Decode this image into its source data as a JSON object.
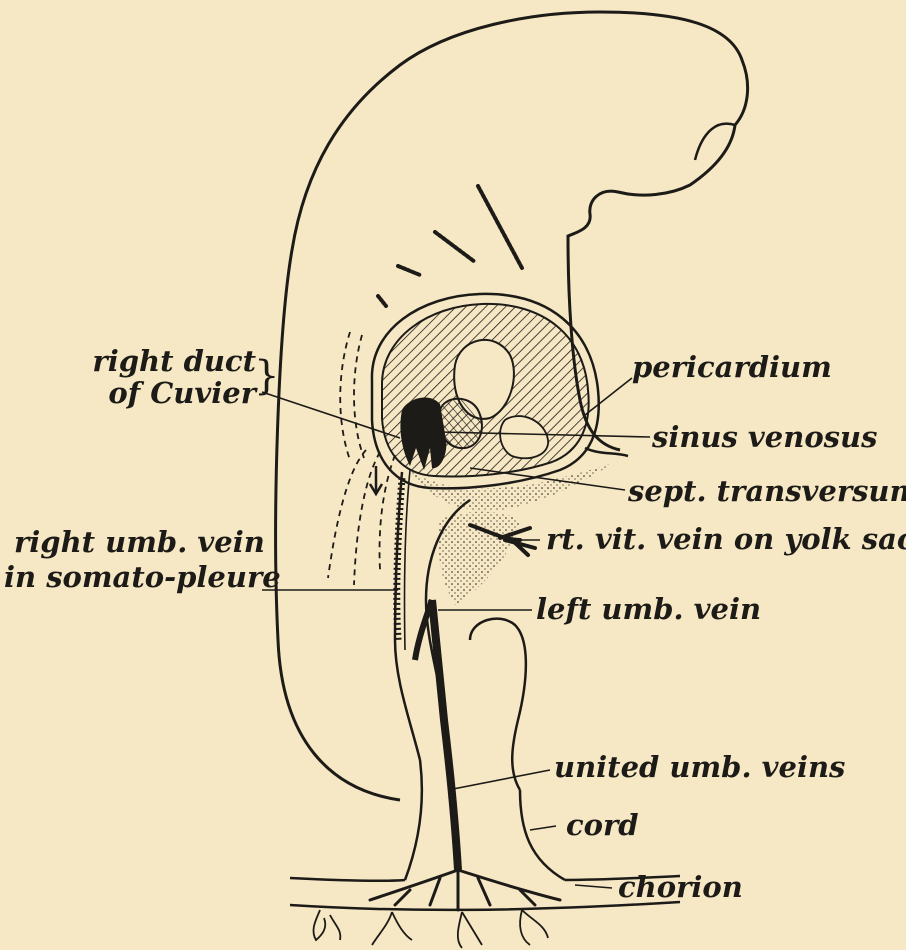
{
  "labels": {
    "right_duct_line1": "right duct",
    "right_duct_line2": "of Cuvier",
    "pericardium": "pericardium",
    "sinus_venosus": "sinus venosus",
    "sept_transversum": "sept. transversum.",
    "rt_vit_vein": "rt. vit. vein on yolk sac.",
    "right_umb_vein_line1": "right umb. vein",
    "right_umb_vein_line2": "in somato-pleure",
    "left_umb_vein": "left umb. vein",
    "united_umb_veins": "united umb. veins",
    "cord": "cord",
    "chorion": "chorion"
  },
  "colors": {
    "paper": "#f6e7c5",
    "ink": "#1d1b17"
  }
}
